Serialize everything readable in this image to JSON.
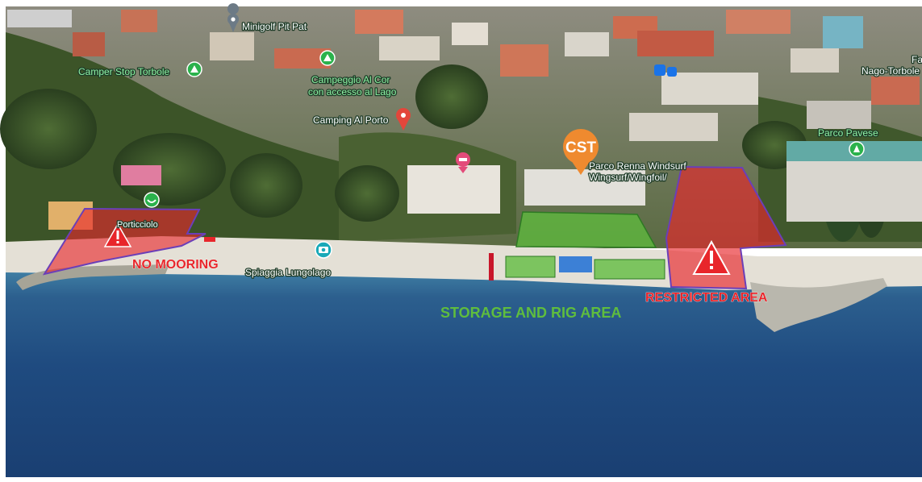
{
  "map": {
    "places": [
      {
        "name": "Minigolf Pit Pat",
        "kind": "pin",
        "color": "#6c7a86"
      },
      {
        "name": "Camper Stop Torbole",
        "kind": "camping",
        "color": "#2bb24c"
      },
      {
        "name": "Campeggio Al Cor",
        "line2": "con accesso al Lago",
        "kind": "camping",
        "color": "#2bb24c"
      },
      {
        "name": "Camping Al Porto",
        "kind": "pin",
        "color": "#e3463b"
      },
      {
        "name": "Parco Renna Windsurf",
        "line2": "Wingsurf/Wingfoil/",
        "kind": "label"
      },
      {
        "name": "Parco Pavese",
        "kind": "park",
        "color": "#2bb24c"
      },
      {
        "name": "Porticciolo",
        "kind": "harbor",
        "color": "#2bb24c"
      },
      {
        "name": "Spiaggia Lungolago",
        "kind": "camera",
        "color": "#19a9b8"
      },
      {
        "name": "Nago-Torbole Do",
        "kind": "label"
      },
      {
        "name": "Fa",
        "kind": "label"
      }
    ],
    "icons": {
      "camping": "camping-icon",
      "pin": "map-pin-icon",
      "hotel": "hotel-icon",
      "bus": "bus-stop-icon",
      "camera": "camera-icon",
      "harbor": "harbor-icon",
      "park": "park-icon",
      "warning": "warning-icon"
    }
  },
  "overlay": {
    "cst_label": "CST",
    "cst_color": "#ef8a2f",
    "no_mooring": "NO MOORING",
    "restricted_area": "RESTRICTED AREA",
    "storage_and_rig_area": "STORAGE AND RIG AREA",
    "red_zone_color": "#e8262b",
    "green_zone_color": "#5fbd3e",
    "blue_zone_color": "#1f6fd6"
  }
}
